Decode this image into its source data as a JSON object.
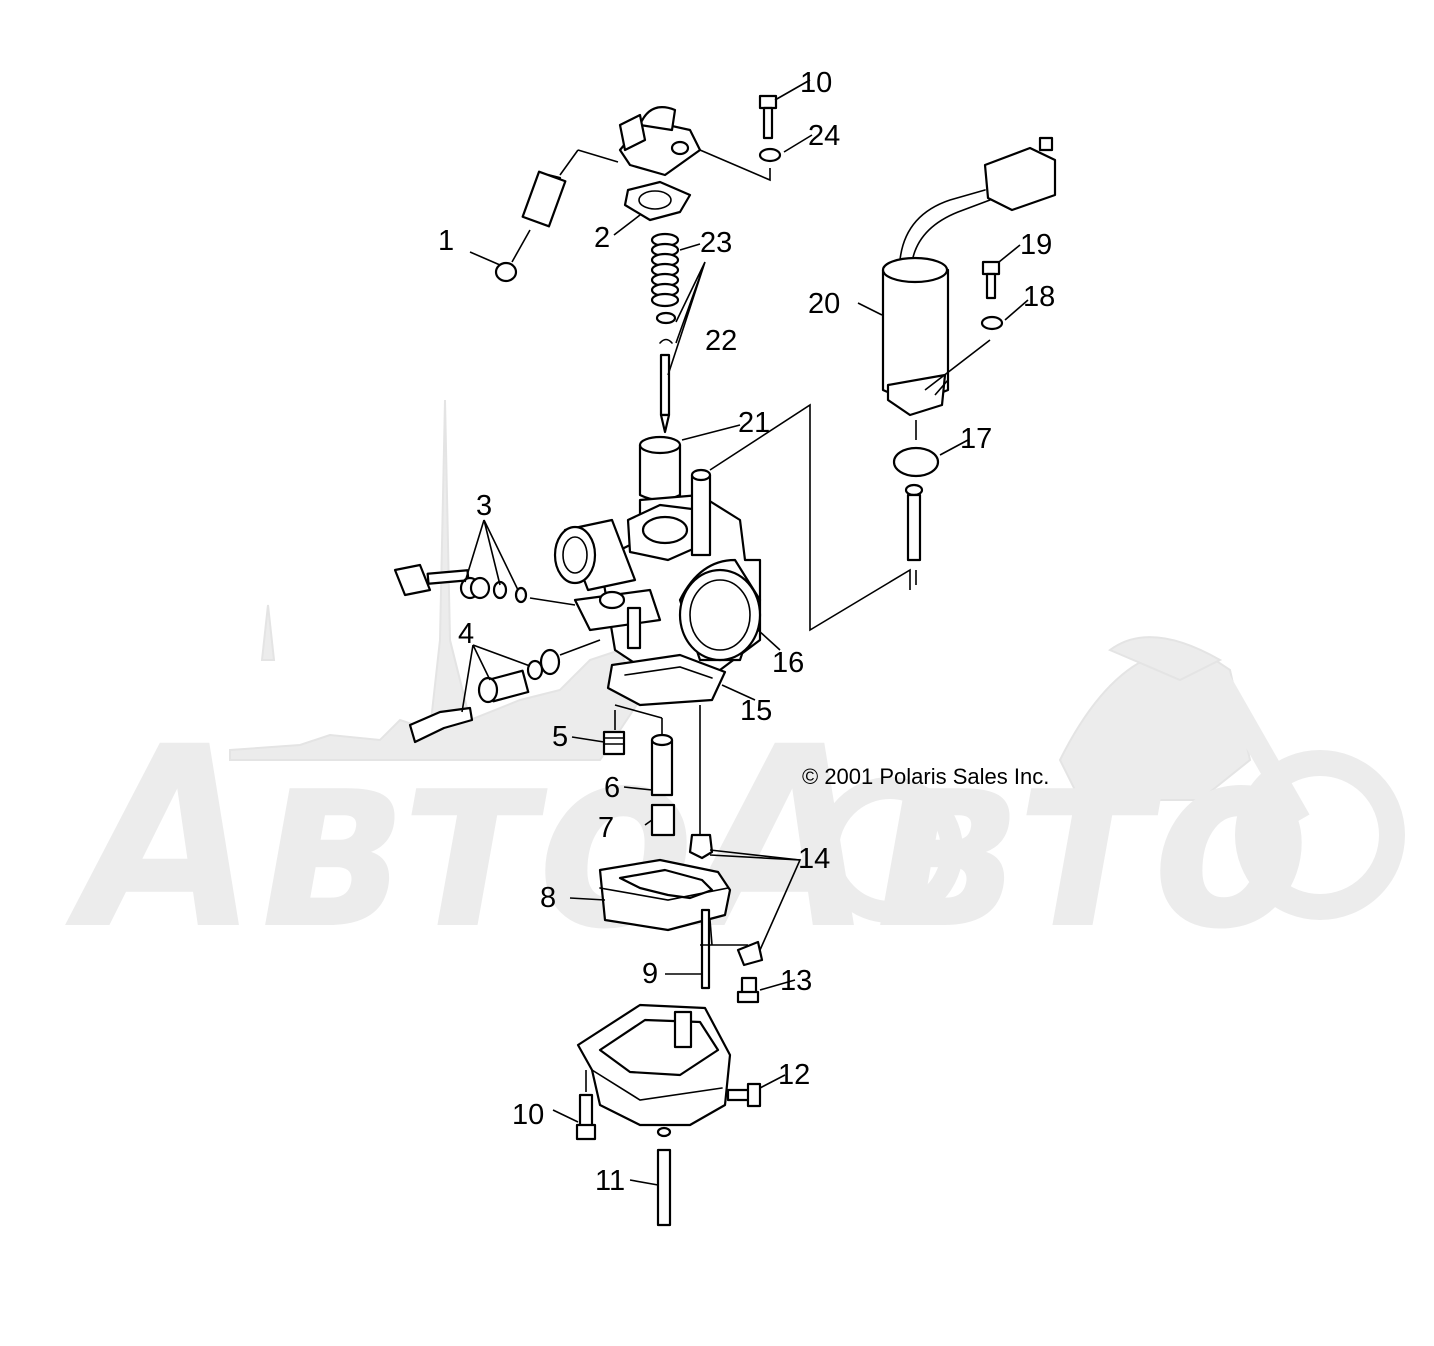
{
  "copyright": "© 2001 Polaris Sales Inc.",
  "watermark": "АвтоАвто",
  "colors": {
    "line": "#000000",
    "background": "#ffffff",
    "watermark": "#ececec"
  },
  "callouts": {
    "c1": "1",
    "c2": "2",
    "c3": "3",
    "c4": "4",
    "c5": "5",
    "c6": "6",
    "c7": "7",
    "c8": "8",
    "c9": "9",
    "c10_top": "10",
    "c10_bottom": "10",
    "c11": "11",
    "c12": "12",
    "c13": "13",
    "c14": "14",
    "c15": "15",
    "c16": "16",
    "c17": "17",
    "c18": "18",
    "c19": "19",
    "c20": "20",
    "c21": "21",
    "c22": "22",
    "c23": "23",
    "c24": "24"
  }
}
